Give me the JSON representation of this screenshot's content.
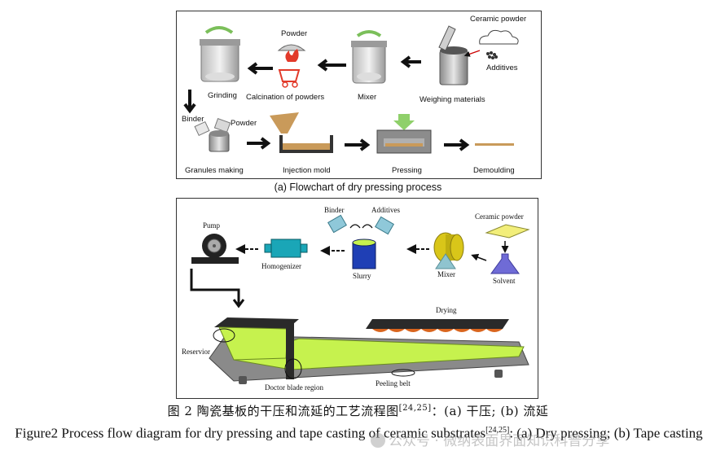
{
  "panel_a": {
    "labels": {
      "ceramic_powder": "Ceramic powder",
      "additives": "Additives",
      "weighing": "Weighing materials",
      "mixer": "Mixer",
      "powder_top": "Powder",
      "calcination": "Calcination of powders",
      "grinding": "Grinding",
      "binder": "Binder",
      "powder_left": "Powder",
      "granules": "Granules making",
      "injection": "Injection mold",
      "pressing": "Pressing",
      "demoulding": "Demoulding"
    },
    "caption": "(a) Flowchart of dry pressing process"
  },
  "panel_b": {
    "labels": {
      "ceramic_powder": "Ceramic powder",
      "solvent": "Solvent",
      "mixer": "Mixer",
      "binder": "Binder",
      "additives": "Additives",
      "slurry": "Slurry",
      "homogenizer": "Homogenizer",
      "pump": "Pump",
      "drying": "Drying",
      "reservior": "Reservior",
      "doctor_blade": "Doctor blade region",
      "peeling_belt": "Peeling belt"
    }
  },
  "figure_caption": {
    "cn_main": "图 2  陶瓷基板的干压和流延的工艺流程图",
    "cn_ref": "[24,25]",
    "cn_tail": "：(a)  干压; (b)  流延",
    "en_main": "Figure2 Process flow diagram for dry pressing and tape casting of ceramic substrates",
    "en_ref": "[24,25]",
    "en_tail": ": (a) Dry pressing; (b) Tape casting"
  },
  "watermark": "公众号 · 微纳表面界面知识科普分享",
  "colors": {
    "arrow": "#111111",
    "granule": "#c99a5a",
    "slurry_green": "#c6f24e",
    "tape_dark": "#2a2a2a",
    "drying_orange": "#d9651e",
    "homogenizer_teal": "#1aa6b7",
    "slurry_blue": "#1f3fb5",
    "mixer_yellow": "#d9c619",
    "solvent_purple": "#6f6bd6"
  }
}
